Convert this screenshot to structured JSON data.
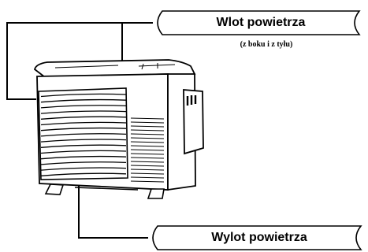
{
  "callouts": {
    "air_inlet": {
      "label": "Wlot powietrza",
      "sublabel": "(z boku i z tyłu)"
    },
    "air_outlet": {
      "label": "Wylot powietrza"
    }
  },
  "colors": {
    "line": "#000000",
    "background": "#ffffff"
  },
  "illustration": {
    "subject": "outdoor air-conditioner unit"
  }
}
